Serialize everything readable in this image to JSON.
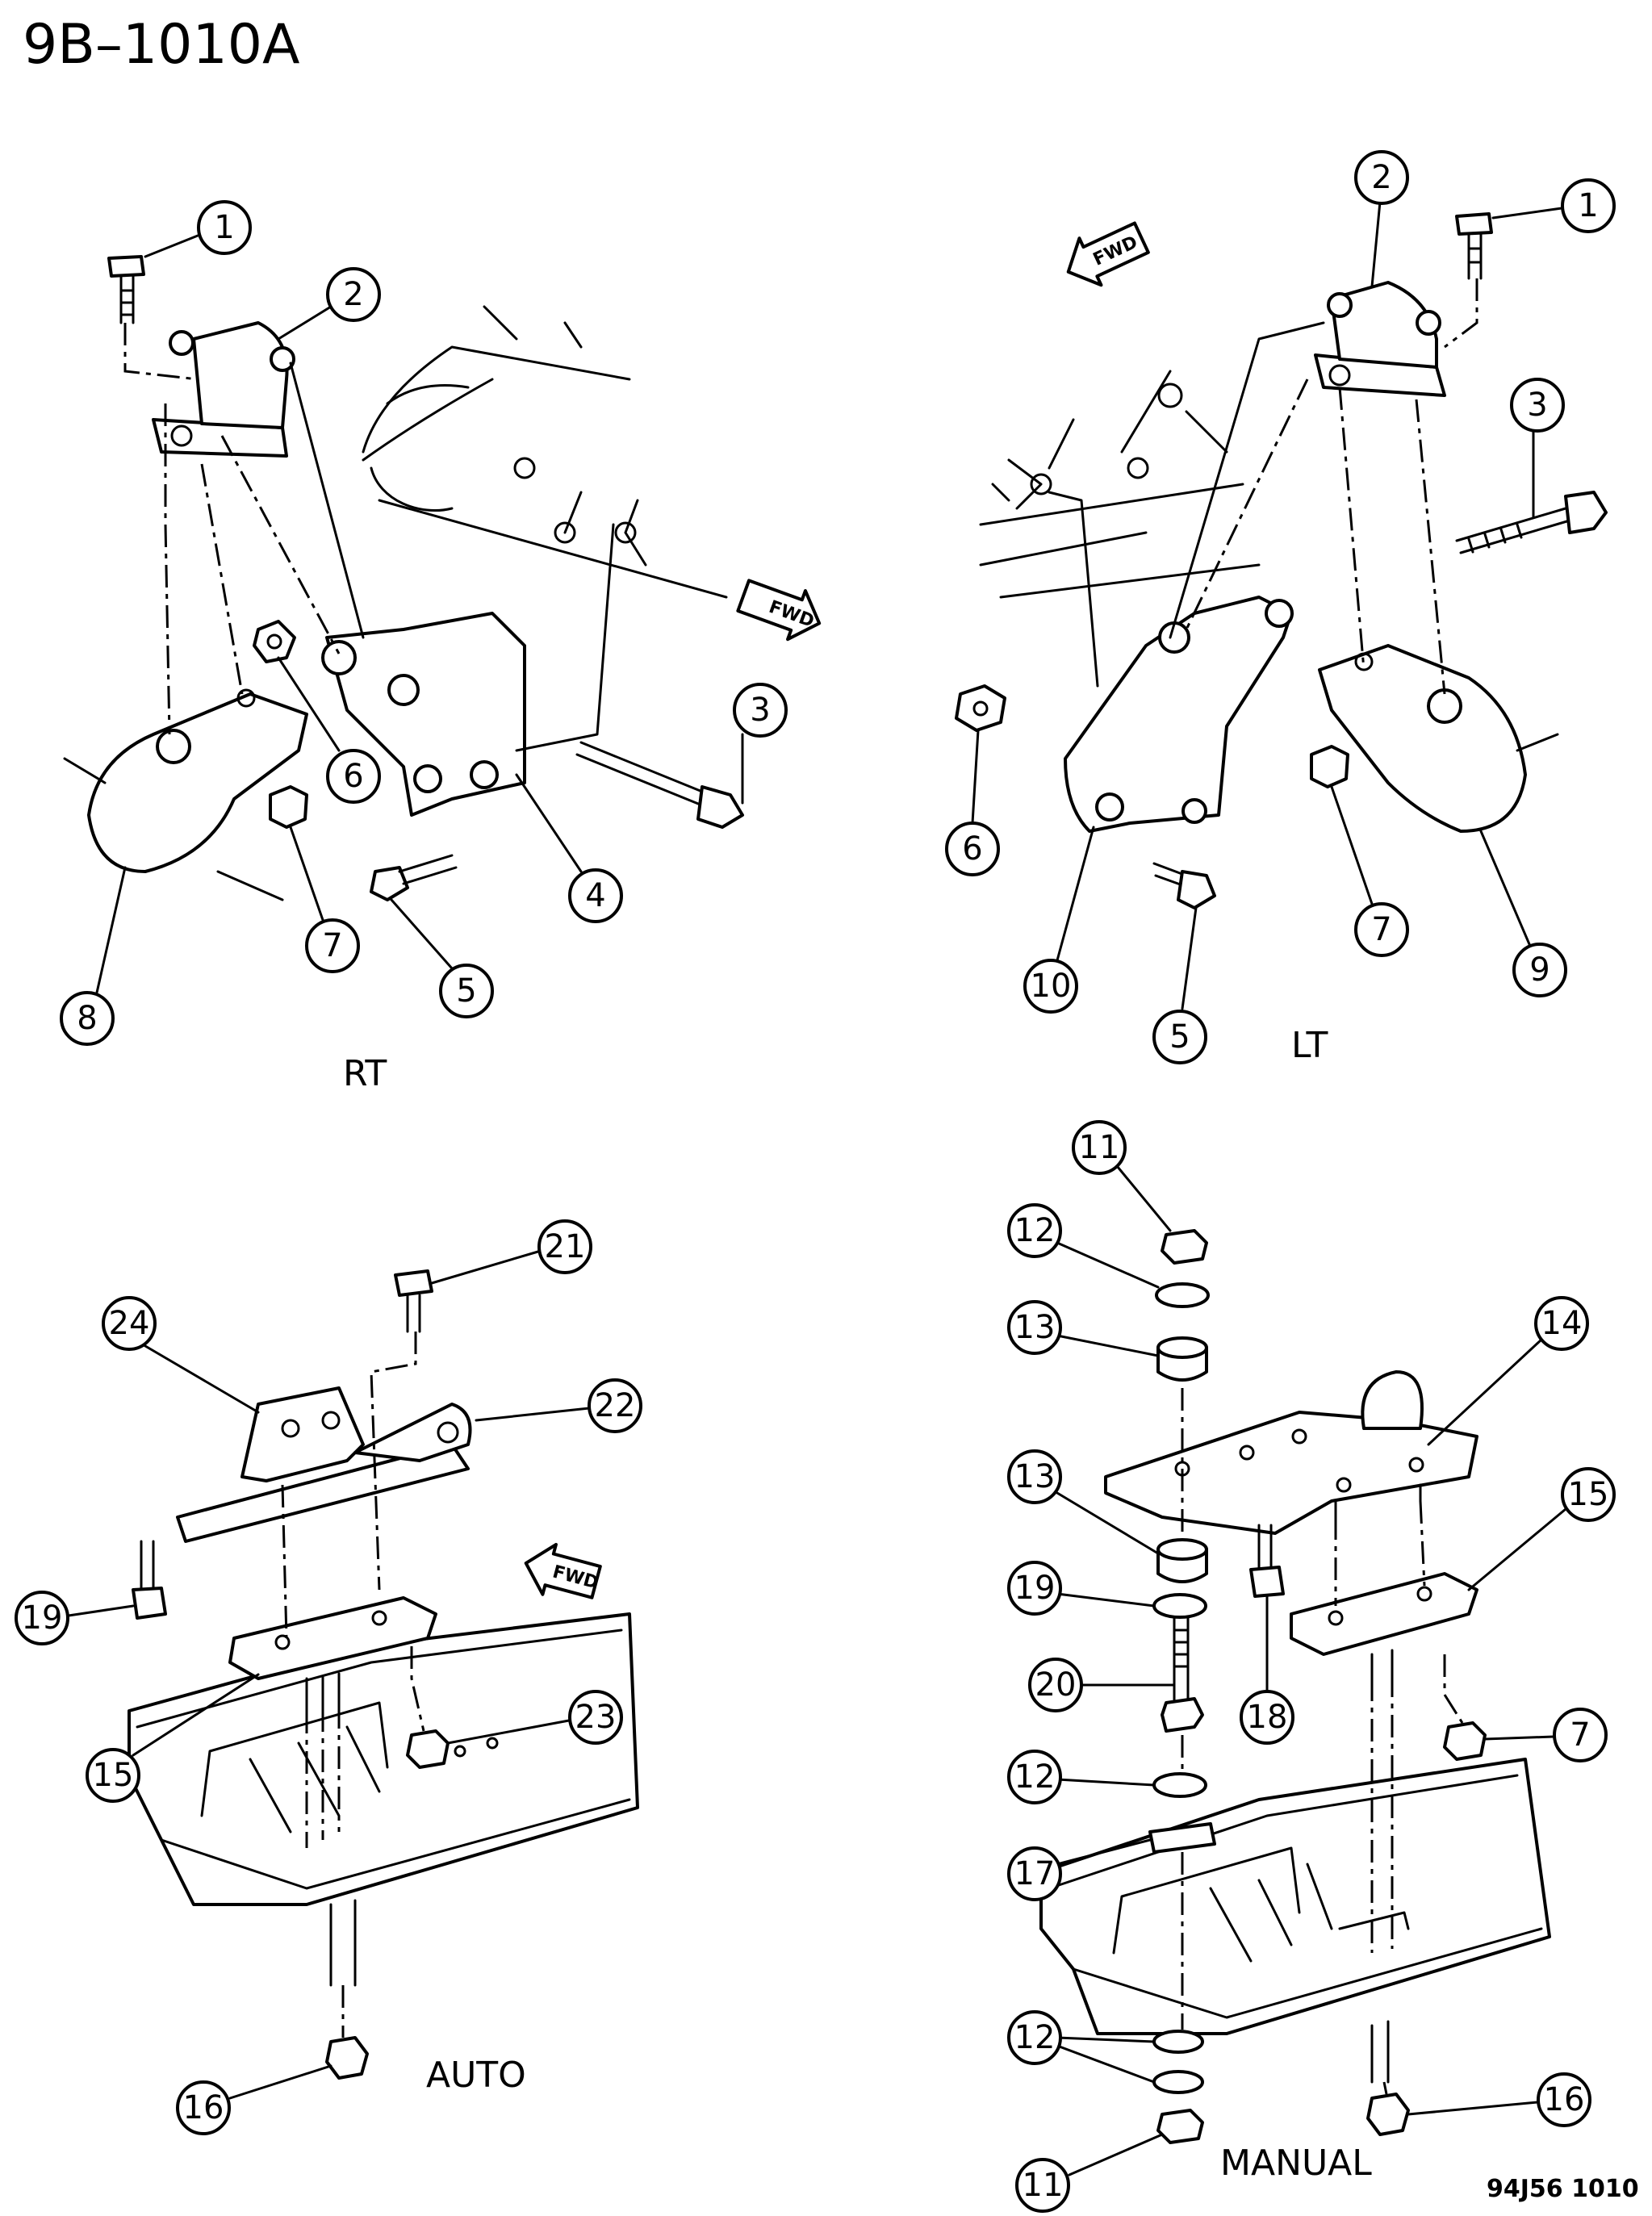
{
  "title": "9B–1010A",
  "figure_code": "94J56  1010",
  "fwd_text": "FWD",
  "view_labels": {
    "rt": "RT",
    "lt": "LT",
    "auto": "AUTO",
    "manual": "MANUAL"
  },
  "callouts": {
    "rt": [
      "1",
      "2",
      "3",
      "4",
      "5",
      "6",
      "7",
      "8"
    ],
    "lt": [
      "1",
      "2",
      "3",
      "5",
      "6",
      "7",
      "9",
      "10"
    ],
    "auto": [
      "15",
      "16",
      "19",
      "21",
      "22",
      "23",
      "24"
    ],
    "manual": [
      "7",
      "11",
      "11",
      "12",
      "12",
      "12",
      "13",
      "13",
      "14",
      "15",
      "16",
      "17",
      "18",
      "19",
      "20"
    ]
  }
}
